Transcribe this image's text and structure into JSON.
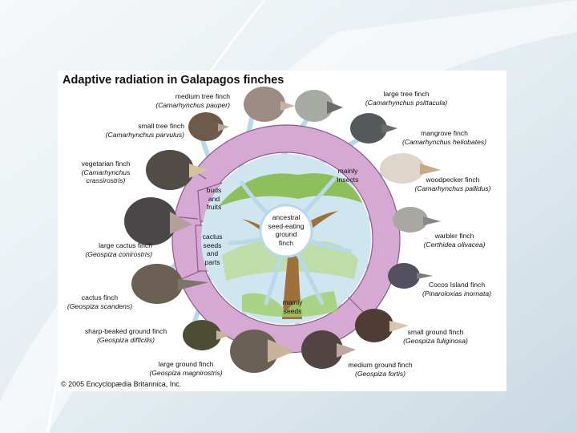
{
  "title": "Adaptive radiation in Galapagos finches",
  "copyright": "© 2005 Encyclopædia Britannica, Inc.",
  "center_label": [
    "ancestral",
    "seed-eating",
    "ground",
    "finch"
  ],
  "ring_labels": {
    "insects": [
      "mainly",
      "insects"
    ],
    "buds": [
      "buds",
      "and",
      "fruits"
    ],
    "cactus": [
      "cactus",
      "seeds",
      "and",
      "parts"
    ],
    "seeds": [
      "mainly",
      "seeds"
    ]
  },
  "finches": [
    {
      "common": "medium tree finch",
      "sci": "(Camarhynchus pauper)"
    },
    {
      "common": "large tree finch",
      "sci": "(Camarhynchus psittacula)"
    },
    {
      "common": "small tree finch",
      "sci": "(Camarhynchus parvulus)"
    },
    {
      "common": "mangrove finch",
      "sci": "(Camarhynchus heliobates)"
    },
    {
      "common": "vegetarian finch",
      "sci": "(Camarhynchus crassirostris)"
    },
    {
      "common": "woodpecker finch",
      "sci": "(Camarhynchus pallidus)"
    },
    {
      "common": "warbler finch",
      "sci": "(Certhidea olivacea)"
    },
    {
      "common": "large cactus finch",
      "sci": "(Geospiza conirostris)"
    },
    {
      "common": "Cocos Island finch",
      "sci": "(Pinaroloxias inornata)"
    },
    {
      "common": "cactus finch",
      "sci": "(Geospiza scandens)"
    },
    {
      "common": "small ground finch",
      "sci": "(Geospiza fuliginosa)"
    },
    {
      "common": "sharp-beaked ground finch",
      "sci": "(Geospiza difficilis)"
    },
    {
      "common": "medium ground finch",
      "sci": "(Geospiza fortis)"
    },
    {
      "common": "large ground finch",
      "sci": "(Geospiza magnirostris)"
    }
  ],
  "colors": {
    "ring": "#d6a8d4",
    "ring_stroke": "#8c5a8c",
    "connector": "#b9d8e9",
    "tree": "#a0703c",
    "leaves": "#8fbf5a",
    "sky": "#cfe6f0"
  }
}
